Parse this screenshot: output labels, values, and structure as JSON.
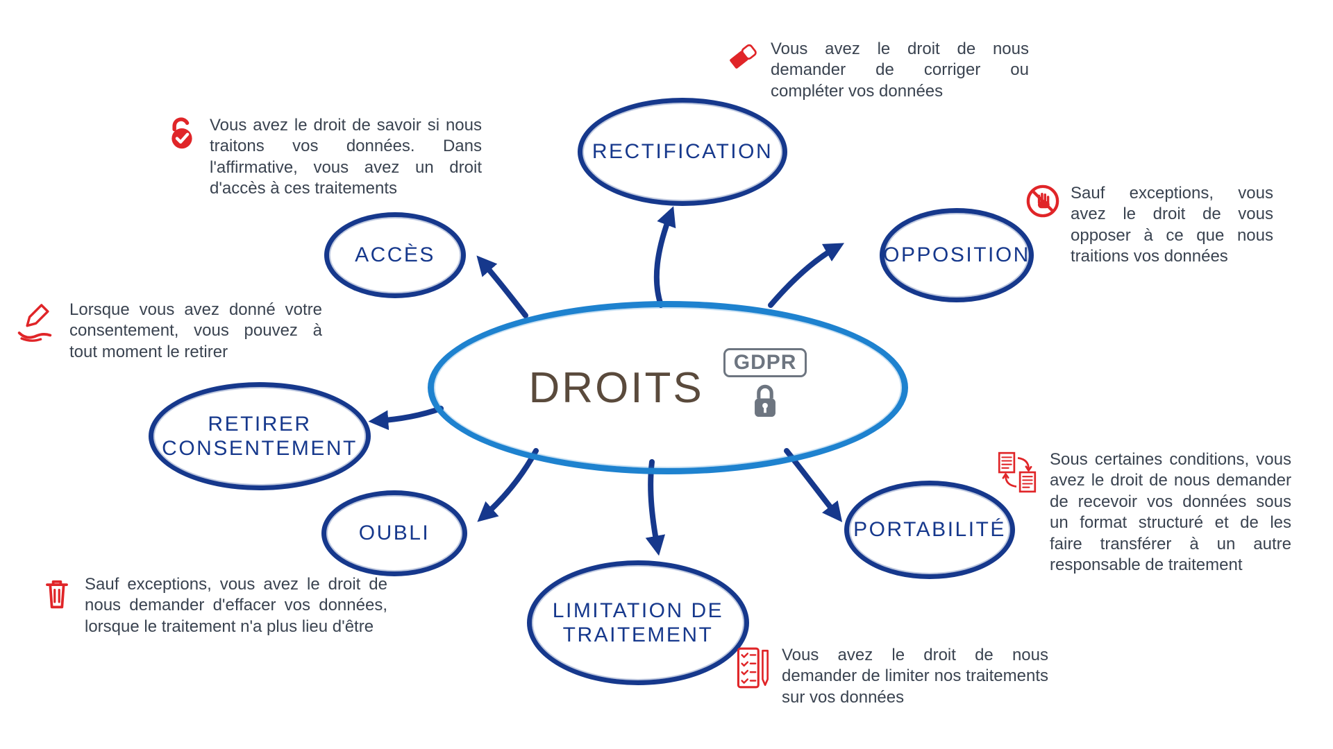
{
  "center": {
    "title": "DROITS",
    "badge": "GDPR"
  },
  "nodes": {
    "rectification": {
      "label": "RECTIFICATION",
      "desc": "Vous avez le droit de nous demander de corriger ou compléter vos données"
    },
    "opposition": {
      "label": "OPPOSITION",
      "desc": "Sauf exceptions, vous avez le droit de vous opposer à ce que nous traitions vos données"
    },
    "acces": {
      "label": "ACCÈS",
      "desc": "Vous avez le droit de savoir si nous traitons vos données. Dans l'affirmative, vous avez un droit d'accès à ces traitements"
    },
    "retirer": {
      "label": "RETIRER CONSENTEMENT",
      "desc": "Lorsque vous avez donné votre consentement, vous pouvez à tout moment le retirer"
    },
    "oubli": {
      "label": "OUBLI",
      "desc": "Sauf exceptions, vous avez le droit de nous demander d'effacer vos données, lorsque le traitement n'a plus lieu d'être"
    },
    "limitation": {
      "label": "LIMITATION DE TRAITEMENT",
      "desc": "Vous avez le droit de nous demander de limiter nos traitements sur vos données"
    },
    "portabilite": {
      "label": "PORTABILITÉ",
      "desc": "Sous certaines conditions, vous avez le droit de nous demander de recevoir vos données sous un format structuré et de les faire transférer à un autre responsable de traitement"
    }
  },
  "icons": {
    "rectification": "eraser-icon",
    "opposition": "stop-hand-icon",
    "acces": "unlock-check-icon",
    "retirer": "signature-hand-icon",
    "oubli": "trash-icon",
    "limitation": "checklist-pen-icon",
    "portabilite": "transfer-documents-icon",
    "center": "gdpr-lock-icon"
  },
  "colors": {
    "primary_navy": "#16388c",
    "center_blue": "#1e82cf",
    "accent_red": "#e02528",
    "body_text": "#3a4350",
    "title_brown": "#5a4a3c",
    "badge_gray": "#6d7580"
  }
}
